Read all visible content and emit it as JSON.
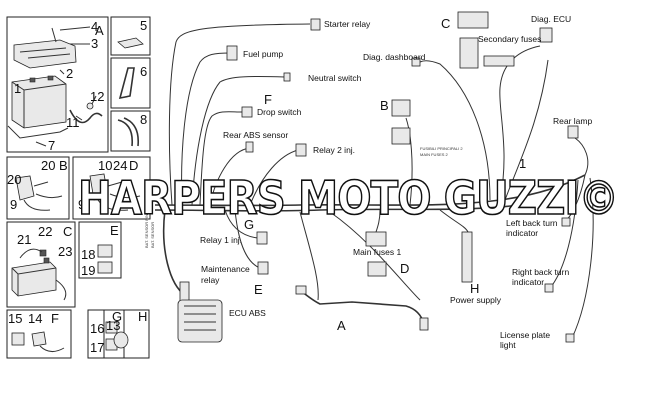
{
  "panel_labels": {
    "battery_box_letter": "A",
    "battery_numbers": [
      "4",
      "3",
      "2",
      "1",
      "12",
      "11",
      "7"
    ],
    "box5": "5",
    "box6": "6",
    "box8": "8",
    "box_b_letter": "B",
    "box_b_numbers": [
      "20",
      "20",
      "9"
    ],
    "box_d_letter": "D",
    "box_d_numbers": [
      "10",
      "24",
      "9"
    ],
    "box_c_letter": "C",
    "box_c_numbers": [
      "21",
      "22",
      "23"
    ],
    "box_e_letter": "E",
    "box_e_numbers": [
      "18",
      "19"
    ],
    "box_f_letter": "F",
    "box_f_numbers": [
      "15",
      "14"
    ],
    "box_g_letter": "G",
    "box_g_numbers": [
      "16",
      "17"
    ],
    "box_h_letter": "H",
    "box_h_numbers": [
      "13"
    ]
  },
  "diagram_labels": {
    "starter_relay": "Starter relay",
    "fuel_pump": "Fuel pump",
    "neutral_switch": "Neutral switch",
    "drop_switch": "Drop switch",
    "letter_f": "F",
    "rear_abs_sensor": "Rear ABS sensor",
    "relay_2": "Relay 2 inj.",
    "diag_dashboard": "Diag. dashboard",
    "letter_c": "C",
    "diag_ecu": "Diag. ECU",
    "secondary_fuses": "Secondary fuses",
    "letter_b": "B",
    "fuse_tiny_1": "FUSIBILI PRINCIPALI 2",
    "fuse_tiny_2": "MAIN FUSES 2",
    "rear_lamp": "Rear lamp",
    "num_1": "1",
    "left_turn_1": "Left back turn",
    "left_turn_2": "indicator",
    "letter_g": "G",
    "relay_1": "Relay 1 inj.",
    "main_fuses_1": "Main fuses 1",
    "letter_d": "D",
    "right_turn_1": "Right back turn",
    "right_turn_2": "indicator",
    "maintenance_1": "Maintenance",
    "maintenance_2": "relay",
    "letter_e": "E",
    "letter_h": "H",
    "power_supply": "Power supply",
    "ecu_abs": "ECU ABS",
    "letter_a": "A",
    "license_1": "License plate",
    "license_2": "light",
    "tiny_tag_1": "BAT. SENSOR PIN LEFT",
    "tiny_tag_2": "BAT. SENSOR"
  },
  "watermark": "HARPERS MOTO GUZZI©"
}
